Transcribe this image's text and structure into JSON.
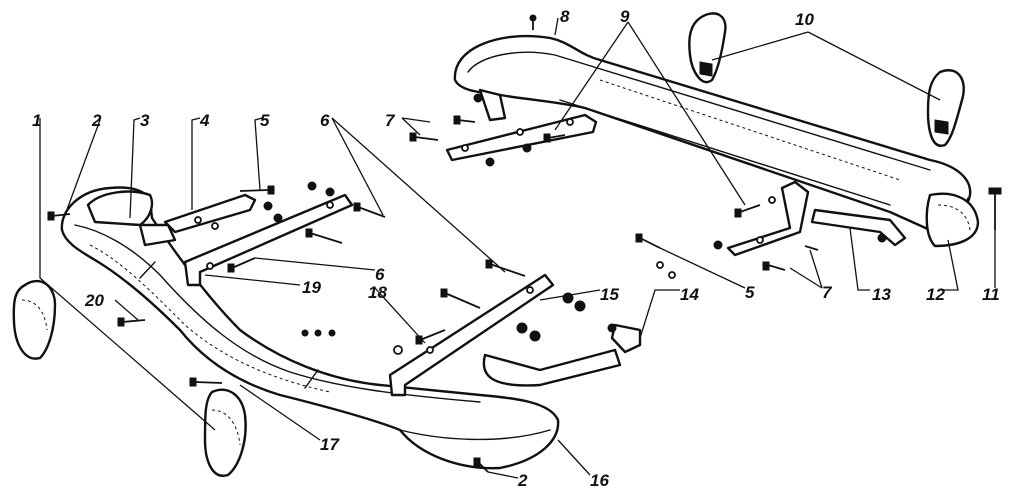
{
  "callouts": {
    "c1": "1",
    "c2a": "2",
    "c2b": "2",
    "c3": "3",
    "c4": "4",
    "c5a": "5",
    "c5b": "5",
    "c6a": "6",
    "c6b": "6",
    "c7a": "7",
    "c7b": "7",
    "c8": "8",
    "c9": "9",
    "c10": "10",
    "c11": "11",
    "c12": "12",
    "c13": "13",
    "c14": "14",
    "c15": "15",
    "c16": "16",
    "c17": "17",
    "c18": "18",
    "c19": "19",
    "c20": "20"
  },
  "colors": {
    "ink": "#111111",
    "paper": "#ffffff"
  }
}
